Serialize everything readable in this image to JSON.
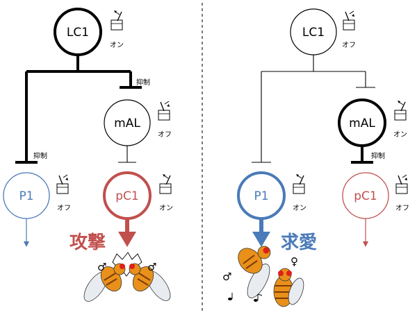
{
  "colors": {
    "black": "#000000",
    "p1_blue": "#4a7ab8",
    "pc1_red": "#c0504d",
    "divider": "#333333",
    "fly_body": "#e8901a",
    "fly_stripe": "#7a3a08",
    "fly_eye": "#e0201a"
  },
  "left": {
    "lc1": {
      "label": "LC1",
      "switch_label": "オン"
    },
    "mal": {
      "label": "mAL",
      "switch_label": "オフ"
    },
    "p1": {
      "label": "P1",
      "switch_label": "オフ"
    },
    "pc1": {
      "label": "pC1",
      "switch_label": "オン"
    },
    "inhibit_label_mal": "抑制",
    "inhibit_label_p1": "抑制",
    "behavior_label": "攻撃",
    "male_symbol_1": "♂",
    "male_symbol_2": "♂"
  },
  "right": {
    "lc1": {
      "label": "LC1",
      "switch_label": "オフ"
    },
    "mal": {
      "label": "mAL",
      "switch_label": "オン"
    },
    "p1": {
      "label": "P1",
      "switch_label": "オン"
    },
    "pc1": {
      "label": "pC1",
      "switch_label": "オフ"
    },
    "inhibit_label_pc1": "抑制",
    "behavior_label": "求愛",
    "male_symbol": "♂",
    "female_symbol": "♀"
  }
}
